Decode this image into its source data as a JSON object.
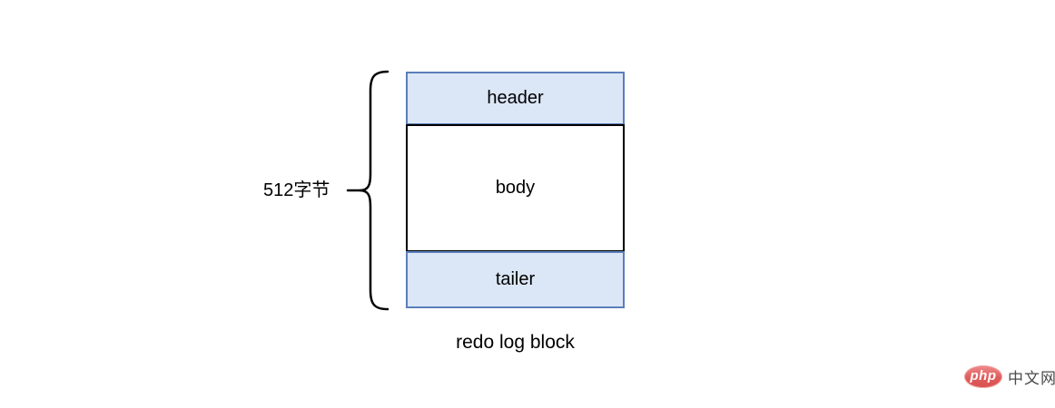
{
  "diagram": {
    "size_label": "512字节",
    "blocks": [
      {
        "id": "header",
        "label": "header"
      },
      {
        "id": "body",
        "label": "body"
      },
      {
        "id": "tailer",
        "label": "tailer"
      }
    ],
    "caption": "redo log block"
  },
  "watermark": {
    "logo_text": "php",
    "site_text": "中文网"
  },
  "colors": {
    "block_fill_blue": "#dbe6f7",
    "block_border_blue": "#5b7fb9",
    "body_border_black": "#000000",
    "brace_stroke": "#000000",
    "watermark_red": "#e05c5c",
    "watermark_text_gray": "#4a4a4a"
  }
}
